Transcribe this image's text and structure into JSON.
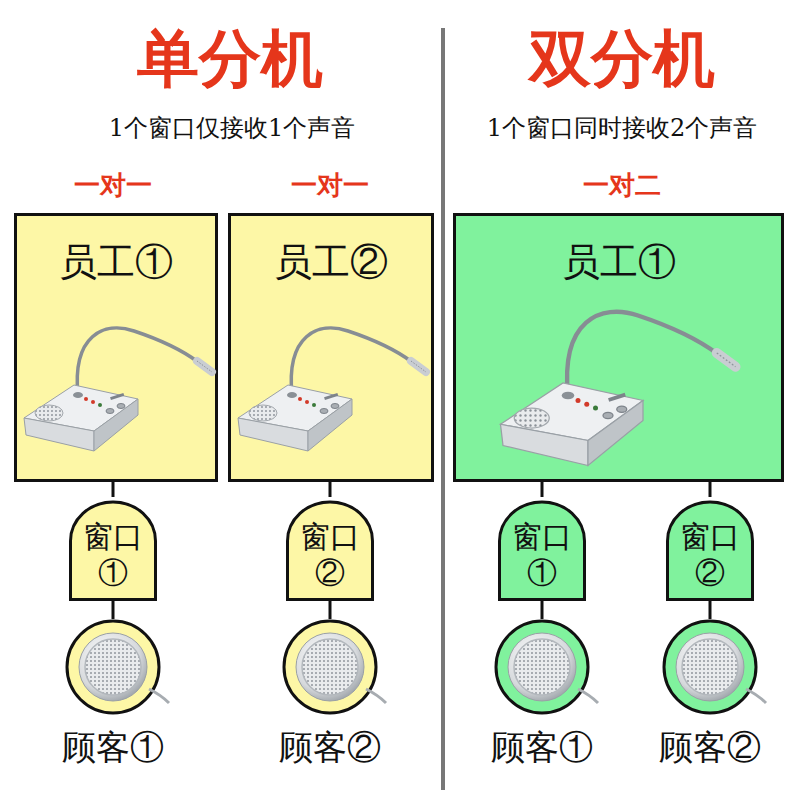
{
  "diagram": {
    "nodes": [
      {
        "text": [
          "员工①"
        ]
      },
      {
        "text": [
          "员工②"
        ]
      },
      {
        "text": [
          "员工①"
        ]
      },
      {
        "text": [
          "窗口 ①"
        ]
      },
      {
        "text": [
          "窗口 ②"
        ]
      },
      {
        "text": [
          "窗口 ①"
        ]
      },
      {
        "text": [
          "窗口 ②"
        ]
      },
      {
        "text": [
          "顾客①"
        ]
      },
      {
        "text": [
          "顾客②"
        ]
      },
      {
        "text": [
          "顾客①"
        ]
      },
      {
        "text": [
          "顾客②"
        ]
      }
    ],
    "edges": [
      {
        "from": 0,
        "to": 3,
        "arrow": "none"
      },
      {
        "from": 1,
        "to": 4,
        "arrow": "none"
      },
      {
        "from": 2,
        "to": 5,
        "arrow": "none"
      },
      {
        "from": 2,
        "to": 6,
        "arrow": "none"
      },
      {
        "from": 3,
        "to": 7,
        "arrow": "none"
      },
      {
        "from": 4,
        "to": 8,
        "arrow": "none"
      },
      {
        "from": 5,
        "to": 9,
        "arrow": "none"
      },
      {
        "from": 6,
        "to": 10,
        "arrow": "none"
      }
    ],
    "labels": [
      "单分机",
      "1个窗口仅接收1个声音",
      "一对一",
      "一对一",
      "双分机",
      "1个窗口同时接收2个声音",
      "一对二"
    ]
  }
}
